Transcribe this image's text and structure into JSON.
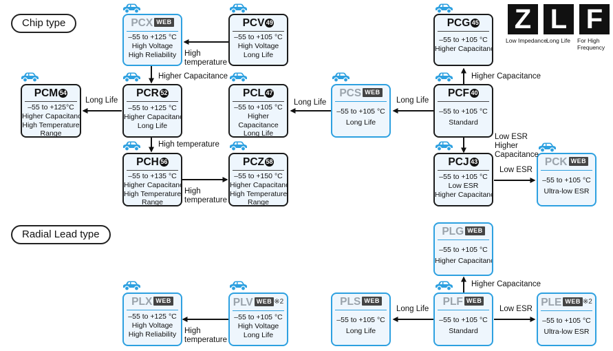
{
  "sections": {
    "chip": "Chip type",
    "radial": "Radial Lead type"
  },
  "web_badge": "WEB",
  "zlf": {
    "letters": [
      "Z",
      "L",
      "F"
    ],
    "captions": [
      "Low Impedance",
      "Long Life",
      "For High",
      "Frequency"
    ]
  },
  "nodes": {
    "pcx": {
      "name": "PCX",
      "web": true,
      "temp": "–55 to +125 °C",
      "lines": [
        "High Voltage",
        "High Reliability"
      ]
    },
    "pcv": {
      "name": "PCV",
      "num": "49",
      "temp": "–55 to +105 °C",
      "lines": [
        "High Voltage",
        "Long Life"
      ]
    },
    "pcm": {
      "name": "PCM",
      "num": "54",
      "temp": "–55 to +125°C",
      "lines": [
        "Higher Capacitance",
        "High Temperature",
        "Range"
      ]
    },
    "pcr": {
      "name": "PCR",
      "num": "52",
      "temp": "–55 to +125 °C",
      "lines": [
        "Higher Capacitance",
        "Long Life"
      ]
    },
    "pcl": {
      "name": "PCL",
      "num": "47",
      "temp": "–55 to +105 °C",
      "lines": [
        "Higher",
        "Capacitance",
        "Long Life"
      ]
    },
    "pcs": {
      "name": "PCS",
      "web": true,
      "temp": "–55 to +105 °C",
      "lines": [
        "Long Life"
      ]
    },
    "pcg": {
      "name": "PCG",
      "num": "45",
      "temp": "–55 to +105 °C",
      "lines": [
        "Higher Capacitance"
      ]
    },
    "pcf": {
      "name": "PCF",
      "num": "40",
      "temp": "–55 to +105 °C",
      "lines": [
        "Standard"
      ]
    },
    "pch": {
      "name": "PCH",
      "num": "56",
      "temp": "–55 to +135 °C",
      "lines": [
        "Higher Capacitance",
        "High Temperature",
        "Range"
      ]
    },
    "pcz": {
      "name": "PCZ",
      "num": "58",
      "temp": "–55 to +150 °C",
      "lines": [
        "Higher Capacitance",
        "High Temperature",
        "Range"
      ]
    },
    "pcj": {
      "name": "PCJ",
      "num": "43",
      "temp": "–55 to +105 °C",
      "lines": [
        "Low ESR",
        "Higher Capacitance"
      ]
    },
    "pck": {
      "name": "PCK",
      "web": true,
      "temp": "–55 to +105 °C",
      "lines": [
        "Ultra-low ESR"
      ]
    },
    "plg": {
      "name": "PLG",
      "web": true,
      "temp": "–55 to +105 °C",
      "lines": [
        "Higher Capacitance"
      ]
    },
    "plx": {
      "name": "PLX",
      "web": true,
      "temp": "–55 to +125 °C",
      "lines": [
        "High Voltage",
        "High Reliability"
      ]
    },
    "plv": {
      "name": "PLV",
      "web": true,
      "note": "※2",
      "temp": "–55 to +105 °C",
      "lines": [
        "High Voltage",
        "Long Life"
      ]
    },
    "pls": {
      "name": "PLS",
      "web": true,
      "temp": "–55 to +105 °C",
      "lines": [
        "Long Life"
      ]
    },
    "plf": {
      "name": "PLF",
      "web": true,
      "temp": "–55 to +105 °C",
      "lines": [
        "Standard"
      ]
    },
    "ple": {
      "name": "PLE",
      "web": true,
      "note": "※2",
      "temp": "–55 to +105 °C",
      "lines": [
        "Ultra-low ESR"
      ]
    }
  },
  "edge_labels": {
    "pcv_pcx": [
      "High",
      "temperature"
    ],
    "pcr_up": "Higher Capacitance",
    "pcr_pcm": "Long Life",
    "pcr_pch": "High temperature",
    "pch_pcz": [
      "High",
      "temperature"
    ],
    "pcs_pcl": "Long Life",
    "pcf_pcs": "Long Life",
    "pcf_pcg": "Higher Capacitance",
    "pcf_pcj": [
      "Low ESR",
      "Higher",
      "Capacitance"
    ],
    "pcj_pck": "Low ESR",
    "plf_plg": "Higher Capacitance",
    "plf_pls": "Long Life",
    "plf_ple": "Low ESR",
    "plv_plx": [
      "High",
      "temperature"
    ]
  }
}
